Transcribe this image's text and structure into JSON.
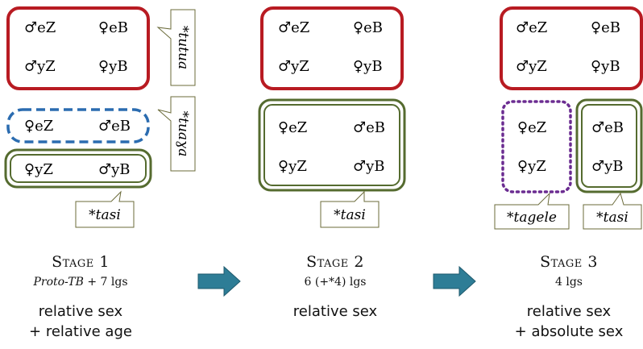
{
  "stages": [
    {
      "title": "Stage 1",
      "subtitle_italic": "Proto-TB",
      "subtitle_rest": " + 7 lgs",
      "desc_lines": [
        "relative sex",
        "+ relative age"
      ],
      "boxes": [
        {
          "id": "s1-red",
          "cells": [
            "♂eZ",
            "♀eB",
            "♂yZ",
            "♀yB"
          ],
          "label": "*tutua"
        },
        {
          "id": "s1-blue",
          "cells": [
            "♀eZ",
            "♂eB"
          ],
          "label": "*tuaɣa"
        },
        {
          "id": "s1-green",
          "cells": [
            "♀yZ",
            "♂yB"
          ],
          "label": "*tasi"
        }
      ]
    },
    {
      "title": "Stage 2",
      "subtitle_italic": "",
      "subtitle_rest": "6 (+*4) lgs",
      "desc_lines": [
        "relative sex"
      ],
      "boxes": [
        {
          "id": "s2-red",
          "cells": [
            "♂eZ",
            "♀eB",
            "♂yZ",
            "♀yB"
          ]
        },
        {
          "id": "s2-green",
          "cells": [
            "♀eZ",
            "♂eB",
            "♀yZ",
            "♂yB"
          ],
          "label": "*tasi"
        }
      ]
    },
    {
      "title": "Stage 3",
      "subtitle_italic": "",
      "subtitle_rest": "4 lgs",
      "desc_lines": [
        "relative sex",
        "+ absolute sex"
      ],
      "boxes": [
        {
          "id": "s3-red",
          "cells": [
            "♂eZ",
            "♀eB",
            "♂yZ",
            "♀yB"
          ]
        },
        {
          "id": "s3-purple",
          "cells": [
            "♀eZ",
            "♀yZ"
          ],
          "label": "*tagele"
        },
        {
          "id": "s3-green",
          "cells": [
            "♂eB",
            "♂yB"
          ],
          "label": "*tasi"
        }
      ]
    }
  ],
  "colors": {
    "red": "#b81b22",
    "blue": "#2b6cb0",
    "green": "#556b2f",
    "purple": "#6b2c91",
    "arrow": "#2e7d96",
    "callout_border": "#6b6b3a"
  }
}
